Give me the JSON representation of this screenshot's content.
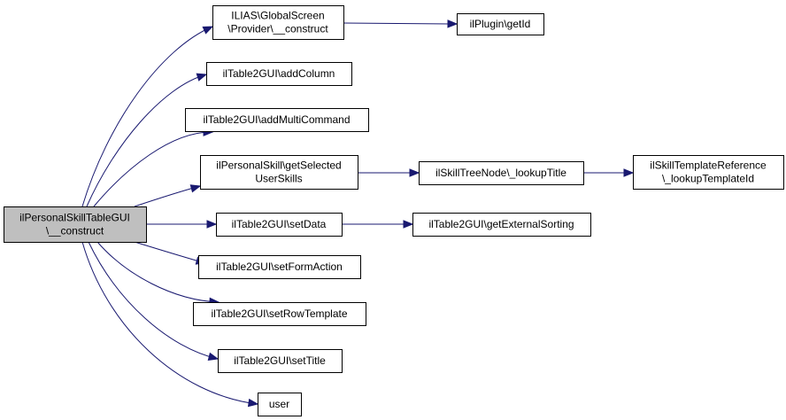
{
  "graph": {
    "colors": {
      "edge": "#191970",
      "node_fill": "#ffffff",
      "focus_fill": "#bfbfbf",
      "border": "#000000"
    },
    "nodes": {
      "root": {
        "lines": [
          "ilPersonalSkillTableGUI",
          "\\__construct"
        ]
      },
      "n_provider": {
        "lines": [
          "ILIAS\\GlobalScreen",
          "\\Provider\\__construct"
        ]
      },
      "n_plugin_getid": {
        "lines": [
          "ilPlugin\\getId"
        ]
      },
      "n_addcolumn": {
        "lines": [
          "ilTable2GUI\\addColumn"
        ]
      },
      "n_addmulti": {
        "lines": [
          "ilTable2GUI\\addMultiCommand"
        ]
      },
      "n_getselected": {
        "lines": [
          "ilPersonalSkill\\getSelected",
          "UserSkills"
        ]
      },
      "n_lookuptitle": {
        "lines": [
          "ilSkillTreeNode\\_lookupTitle"
        ]
      },
      "n_lookuptemplate": {
        "lines": [
          "ilSkillTemplateReference",
          "\\_lookupTemplateId"
        ]
      },
      "n_setdata": {
        "lines": [
          "ilTable2GUI\\setData"
        ]
      },
      "n_extsorting": {
        "lines": [
          "ilTable2GUI\\getExternalSorting"
        ]
      },
      "n_formaction": {
        "lines": [
          "ilTable2GUI\\setFormAction"
        ]
      },
      "n_rowtemplate": {
        "lines": [
          "ilTable2GUI\\setRowTemplate"
        ]
      },
      "n_settitle": {
        "lines": [
          "ilTable2GUI\\setTitle"
        ]
      },
      "n_user": {
        "lines": [
          "user"
        ]
      }
    }
  }
}
